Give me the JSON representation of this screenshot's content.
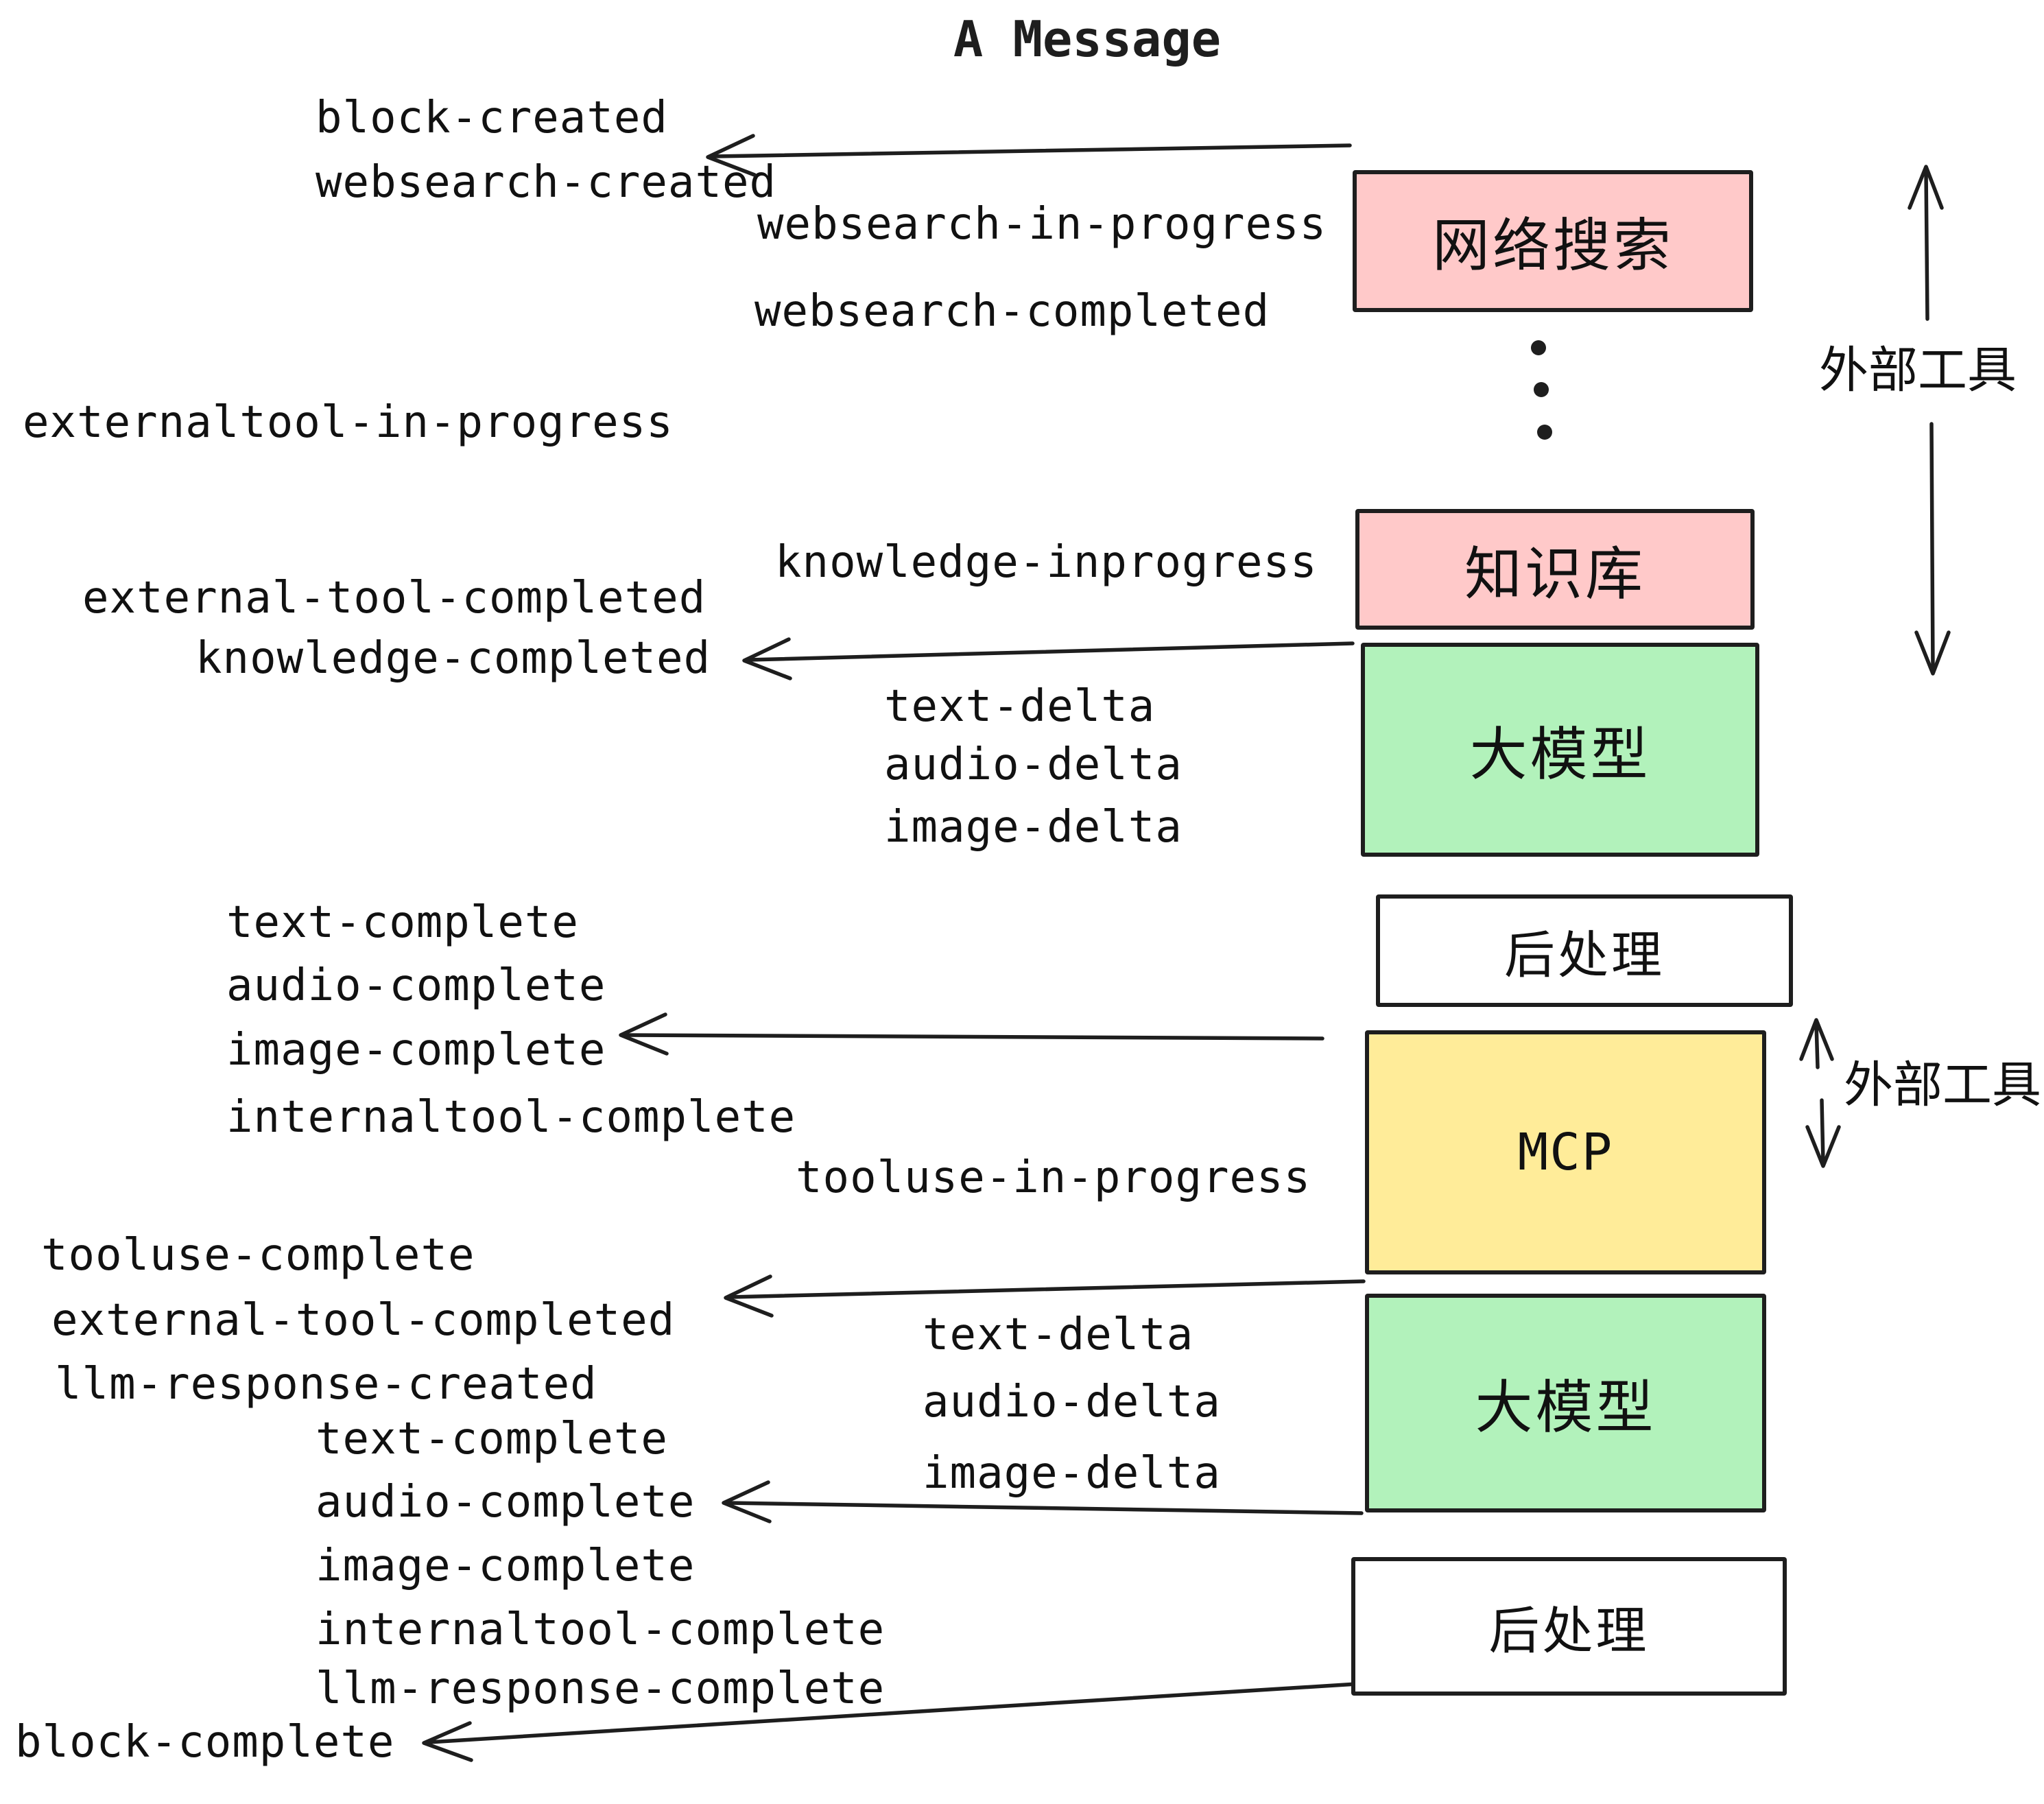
{
  "title": "A Message",
  "boxes": {
    "websearch": {
      "label": "网络搜索",
      "color": "#FFC9C9"
    },
    "knowledge": {
      "label": "知识库",
      "color": "#FFC9C9"
    },
    "llm1": {
      "label": "大模型",
      "color": "#B2F2BB"
    },
    "post1": {
      "label": "后处理",
      "color": "#FFFFFF"
    },
    "mcp": {
      "label": "MCP",
      "color": "#FFEC99"
    },
    "llm2": {
      "label": "大模型",
      "color": "#B2F2BB"
    },
    "post2": {
      "label": "后处理",
      "color": "#FFFFFF"
    }
  },
  "side_labels": {
    "external_tools_top": "外部工具",
    "external_tools_mcp": "外部工具"
  },
  "colors": {
    "stroke": "#1e1e1e",
    "pink": "#FFC9C9",
    "green": "#B2F2BB",
    "yellow": "#FFEC99",
    "white": "#FFFFFF"
  },
  "events": [
    {
      "label": "block-created"
    },
    {
      "label": "websearch-created"
    },
    {
      "label": "websearch-in-progress"
    },
    {
      "label": "websearch-completed"
    },
    {
      "label": "externaltool-in-progress"
    },
    {
      "label": "external-tool-completed"
    },
    {
      "label": "knowledge-completed"
    },
    {
      "label": "knowledge-inprogress"
    },
    {
      "label": "text-delta"
    },
    {
      "label": "audio-delta"
    },
    {
      "label": "image-delta"
    },
    {
      "label": "text-complete"
    },
    {
      "label": "audio-complete"
    },
    {
      "label": "image-complete"
    },
    {
      "label": "internaltool-complete"
    },
    {
      "label": "tooluse-in-progress"
    },
    {
      "label": "tooluse-complete"
    },
    {
      "label": "external-tool-completed"
    },
    {
      "label": "llm-response-created"
    },
    {
      "label": "text-complete"
    },
    {
      "label": "audio-complete"
    },
    {
      "label": "image-complete"
    },
    {
      "label": "internaltool-complete"
    },
    {
      "label": "llm-response-complete"
    },
    {
      "label": "block-complete"
    }
  ]
}
